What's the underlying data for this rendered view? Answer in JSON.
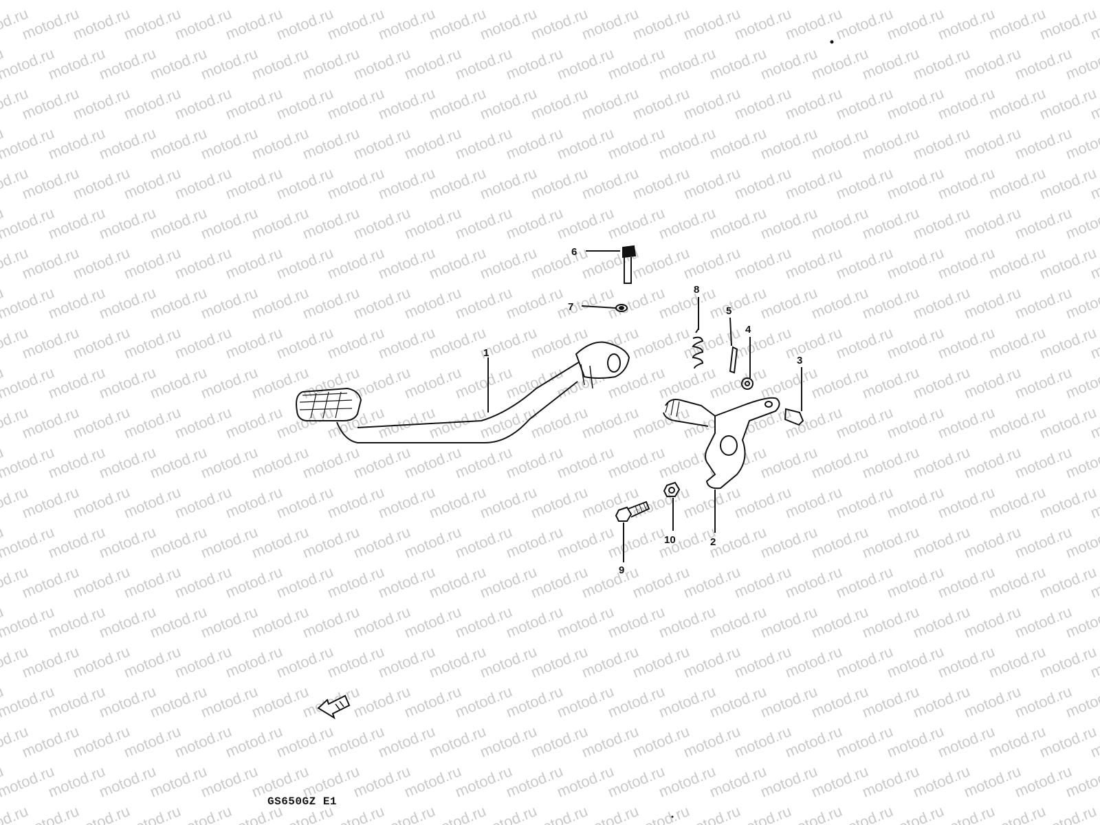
{
  "diagram": {
    "callouts": [
      {
        "id": "1",
        "label": "1"
      },
      {
        "id": "2",
        "label": "2"
      },
      {
        "id": "3",
        "label": "3"
      },
      {
        "id": "4",
        "label": "4"
      },
      {
        "id": "5",
        "label": "5"
      },
      {
        "id": "6",
        "label": "6"
      },
      {
        "id": "7",
        "label": "7"
      },
      {
        "id": "8",
        "label": "8"
      },
      {
        "id": "9",
        "label": "9"
      },
      {
        "id": "10",
        "label": "10"
      }
    ],
    "drawing_code": "GS650GZ E1",
    "watermark_text": "motod.ru",
    "colors": {
      "ink": "#111111",
      "watermark": "#c9c9c9",
      "background": "#ffffff"
    }
  }
}
